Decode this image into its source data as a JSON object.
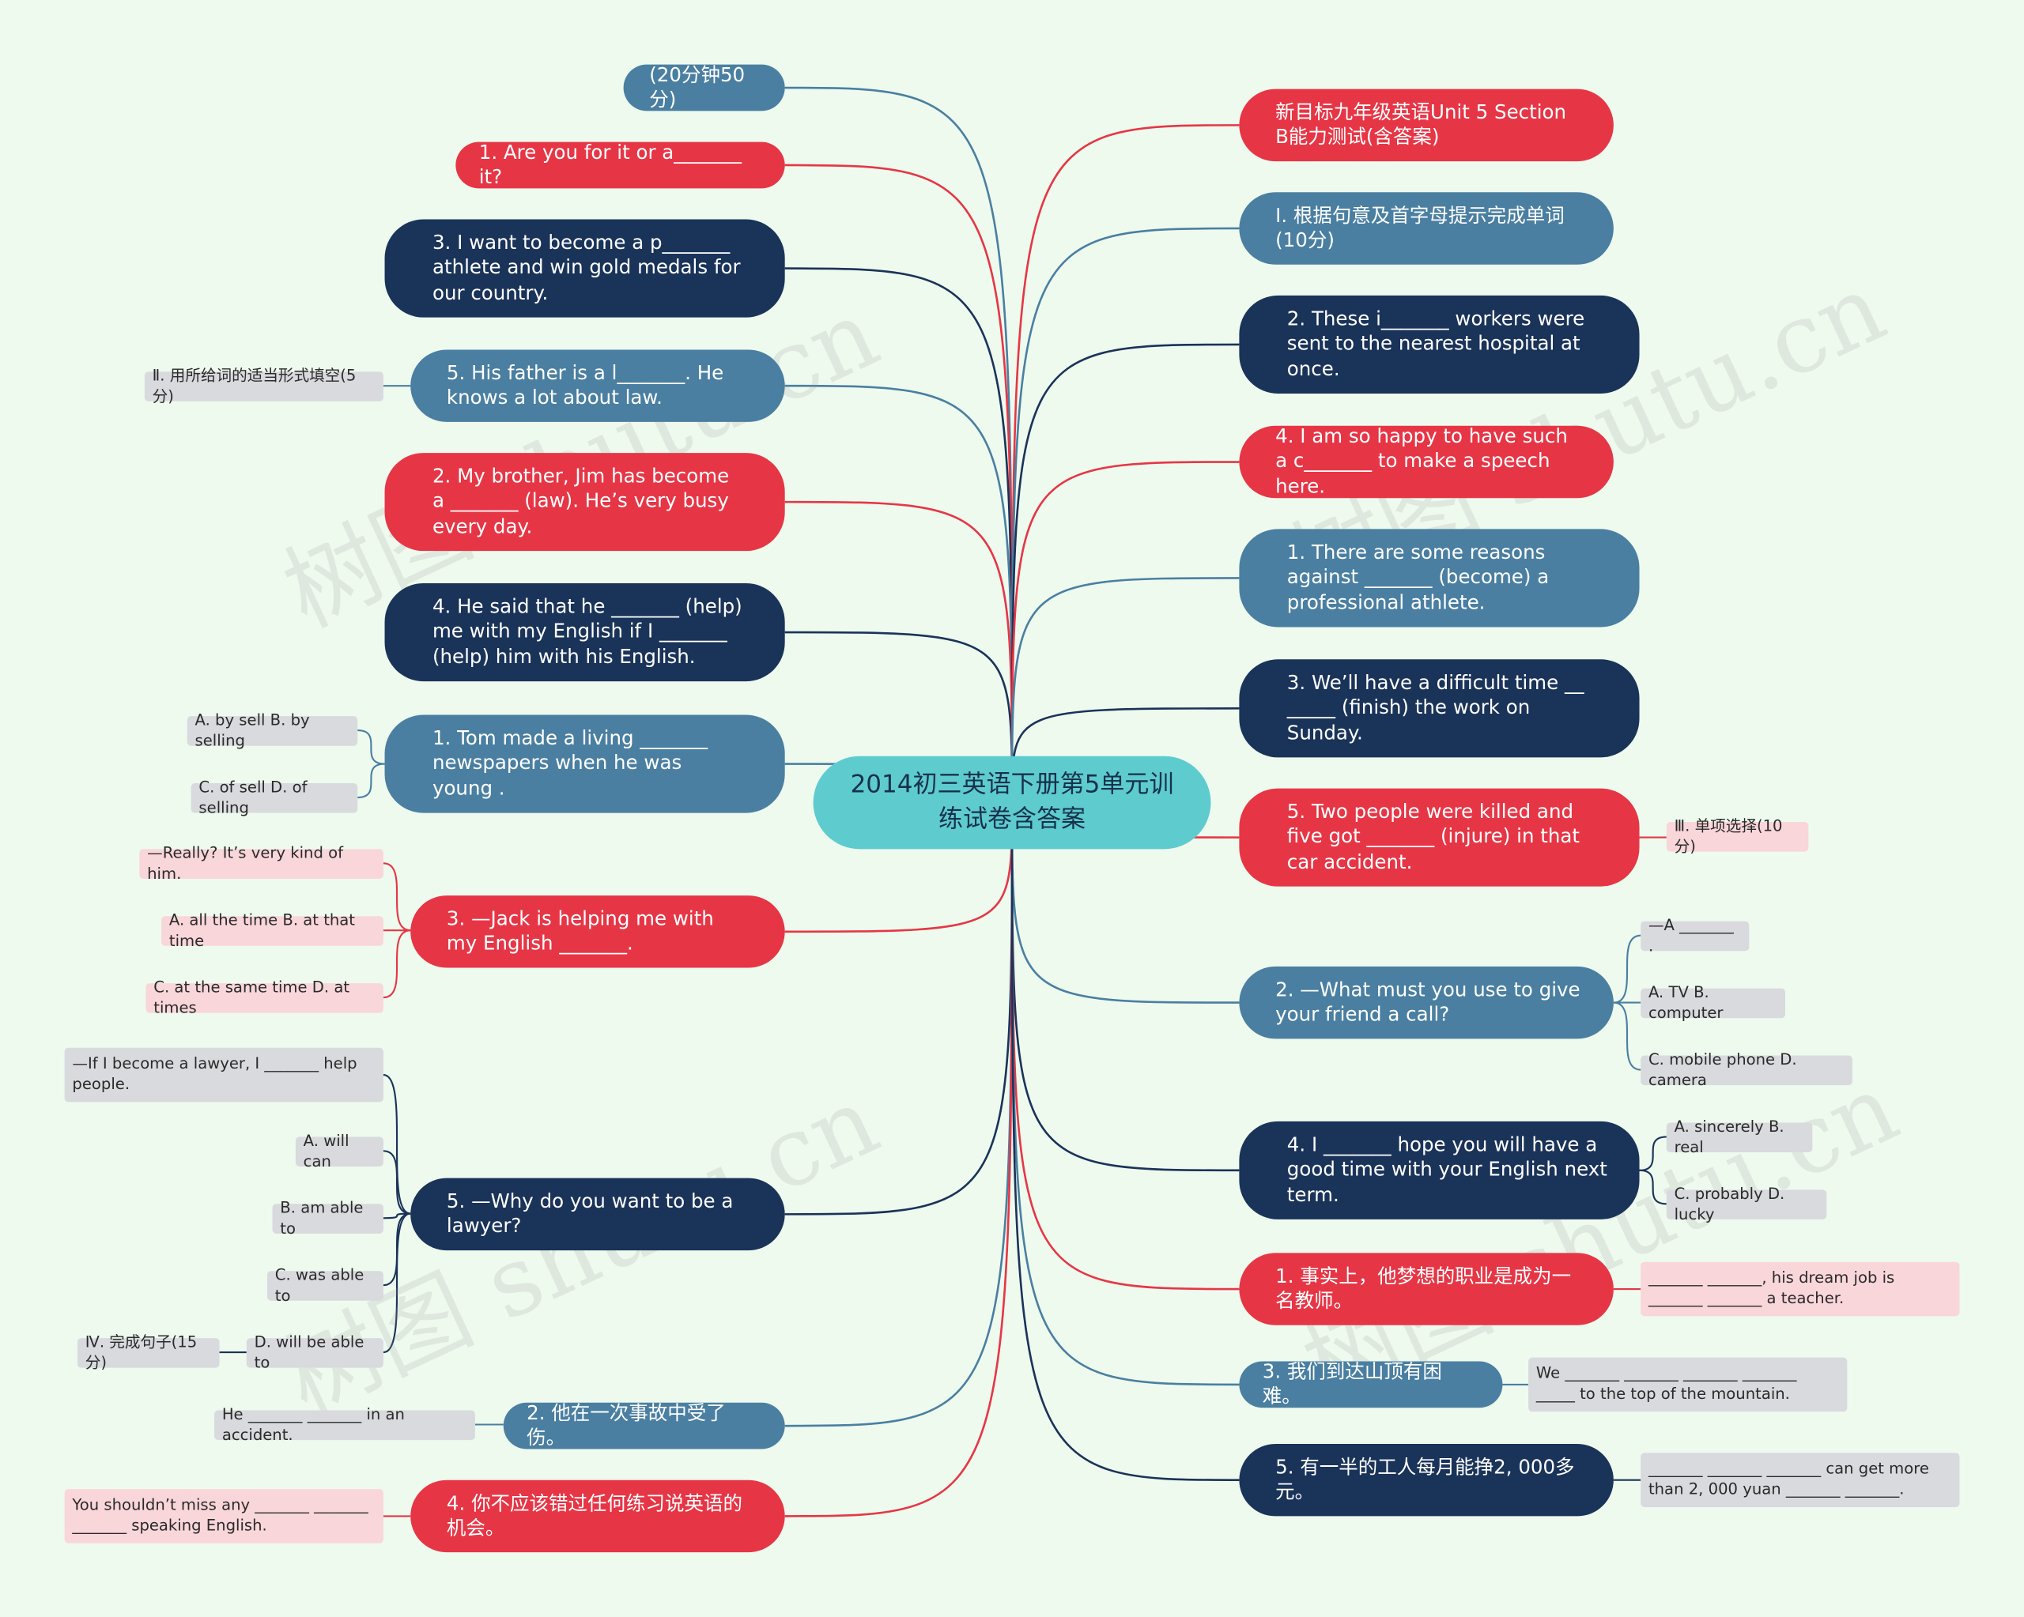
{
  "center": "2014初三英语下册第5单元训练试卷含答案",
  "watermark": "树图 shutu.cn",
  "colors": {
    "red": "#e63646",
    "blue": "#4a7fa1",
    "navy": "#1a3359",
    "center": "#5ecbcf",
    "background": "#eefaee"
  },
  "left_nodes": [
    {
      "id": "l1",
      "text": "(20分钟50分)"
    },
    {
      "id": "l2",
      "text": "1. Are you for it or a_______ it?"
    },
    {
      "id": "l3",
      "text": "3. I want to become a p_______ athlete and win gold medals for our country."
    },
    {
      "id": "l4",
      "text": "5. His father is a l_______. He knows a lot about law."
    },
    {
      "id": "l5",
      "text": "2. My brother, Jim has become a _______ (law). He’s very busy every day."
    },
    {
      "id": "l6",
      "text": "4. He said that he _______ (help) me with my English if I _______ (help) him with his English."
    },
    {
      "id": "l7",
      "text": "1. Tom made a living _______ newspapers when he was young ."
    },
    {
      "id": "l8",
      "text": "3. —Jack is helping me with my English _______."
    },
    {
      "id": "l9",
      "text": "5. —Why do you want to be a lawyer?"
    },
    {
      "id": "l10",
      "text": "2. 他在一次事故中受了伤。"
    },
    {
      "id": "l11",
      "text": "4. 你不应该错过任何练习说英语的机会。"
    }
  ],
  "right_nodes": [
    {
      "id": "r1",
      "text": "新目标九年级英语Unit 5 Section B能力测试(含答案)"
    },
    {
      "id": "r2",
      "text": "Ⅰ. 根据句意及首字母提示完成单词(10分)"
    },
    {
      "id": "r3",
      "text": "2. These i_______ workers were sent to the nearest hospital at once."
    },
    {
      "id": "r4",
      "text": "4. I am so happy to have such a c_______ to make a speech here."
    },
    {
      "id": "r5",
      "text": "1. There are some reasons against _______ (become) a professional athlete."
    },
    {
      "id": "r6",
      "text": "3. We’ll have a difficult time __ _____ (finish) the work on Sunday."
    },
    {
      "id": "r7",
      "text": "5. Two people were killed and five got _______ (injure) in that car accident."
    },
    {
      "id": "r8",
      "text": "2. —What must you use to give your friend a call?"
    },
    {
      "id": "r9",
      "text": "4. I _______ hope you will have a good time with your English next term."
    },
    {
      "id": "r10",
      "text": "1. 事实上，他梦想的职业是成为一名教师。"
    },
    {
      "id": "r11",
      "text": "3. 我们到达山顶有困难。"
    },
    {
      "id": "r12",
      "text": "5. 有一半的工人每月能挣2, 000多元。"
    }
  ],
  "leaves": [
    {
      "id": "f1",
      "text": "Ⅱ. 用所给词的适当形式填空(5分)"
    },
    {
      "id": "f2",
      "text": "A. by sell B. by selling"
    },
    {
      "id": "f3",
      "text": "C. of sell D. of selling"
    },
    {
      "id": "f4",
      "text": "—Really? It’s very kind of him."
    },
    {
      "id": "f5",
      "text": "A. all the time B. at that time"
    },
    {
      "id": "f6",
      "text": "C. at the same time D. at times"
    },
    {
      "id": "f7",
      "text": "—If I become a lawyer, I _______ help people."
    },
    {
      "id": "f8",
      "text": "A. will can"
    },
    {
      "id": "f9",
      "text": "B. am able to"
    },
    {
      "id": "f10",
      "text": "C. was able to"
    },
    {
      "id": "f11",
      "text": "D. will be able to"
    },
    {
      "id": "f12",
      "text": "Ⅳ. 完成句子(15分)"
    },
    {
      "id": "f13",
      "text": "He _______ _______ in an accident."
    },
    {
      "id": "f14",
      "text": "You shouldn’t miss any _______ _______ _______ speaking English."
    },
    {
      "id": "f15",
      "text": "Ⅲ. 单项选择(10分)"
    },
    {
      "id": "f16",
      "text": "—A _______ ."
    },
    {
      "id": "f17",
      "text": "A. TV B. computer"
    },
    {
      "id": "f18",
      "text": "C. mobile phone D. camera"
    },
    {
      "id": "f19",
      "text": "A. sincerely B. real"
    },
    {
      "id": "f20",
      "text": "C. probably D. lucky"
    },
    {
      "id": "f21",
      "text": "_______ _______, his dream job is _______ _______ a teacher."
    },
    {
      "id": "f22",
      "text": "We _______ _______ _______ _______ _____ to the top of the mountain."
    },
    {
      "id": "f23",
      "text": "_______ _______ _______ can get more than 2, 000 yuan _______ _______."
    }
  ]
}
